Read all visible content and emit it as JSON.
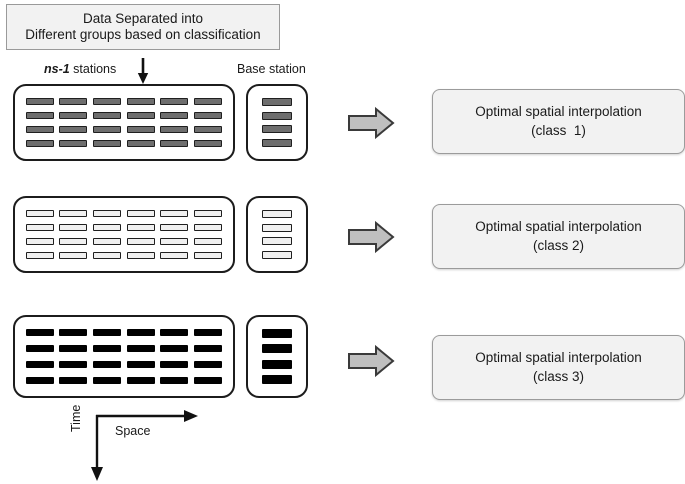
{
  "header": {
    "line1": "Data Separated into",
    "line2": "Different groups based on classification"
  },
  "labels": {
    "stations_italic": "ns-1",
    "stations_rest": " stations",
    "base_station": "Base station",
    "axis_space": "Space",
    "axis_time": "Time"
  },
  "icons": {
    "down_arrow": "down-arrow-icon",
    "block_arrow": "right-block-arrow-icon",
    "space_axis_arrow": "right-arrow-icon",
    "time_axis_arrow": "down-arrow-icon"
  },
  "colors": {
    "header_fill": "#f2f2f2",
    "header_border": "#9a9a9a",
    "panel_border": "#1c1c1c",
    "bar_class1": "#6e6e6e",
    "bar_class2": "#f0f0f0",
    "bar_class3": "#000000",
    "arrow_fill": "#bfbfbf",
    "arrow_border": "#3a3a3a",
    "result_fill": "#f2f2f2",
    "result_border": "#9b9b9b"
  },
  "grid": {
    "station_columns": 6,
    "station_rows": 4,
    "base_rows": 4
  },
  "groups": [
    {
      "class_key": "c1",
      "result_line1": "Optimal spatial interpolation",
      "result_line2": "(class  1)"
    },
    {
      "class_key": "c2",
      "result_line1": "Optimal spatial interpolation",
      "result_line2": "(class 2)"
    },
    {
      "class_key": "c3",
      "result_line1": "Optimal spatial interpolation",
      "result_line2": "(class 3)"
    }
  ]
}
